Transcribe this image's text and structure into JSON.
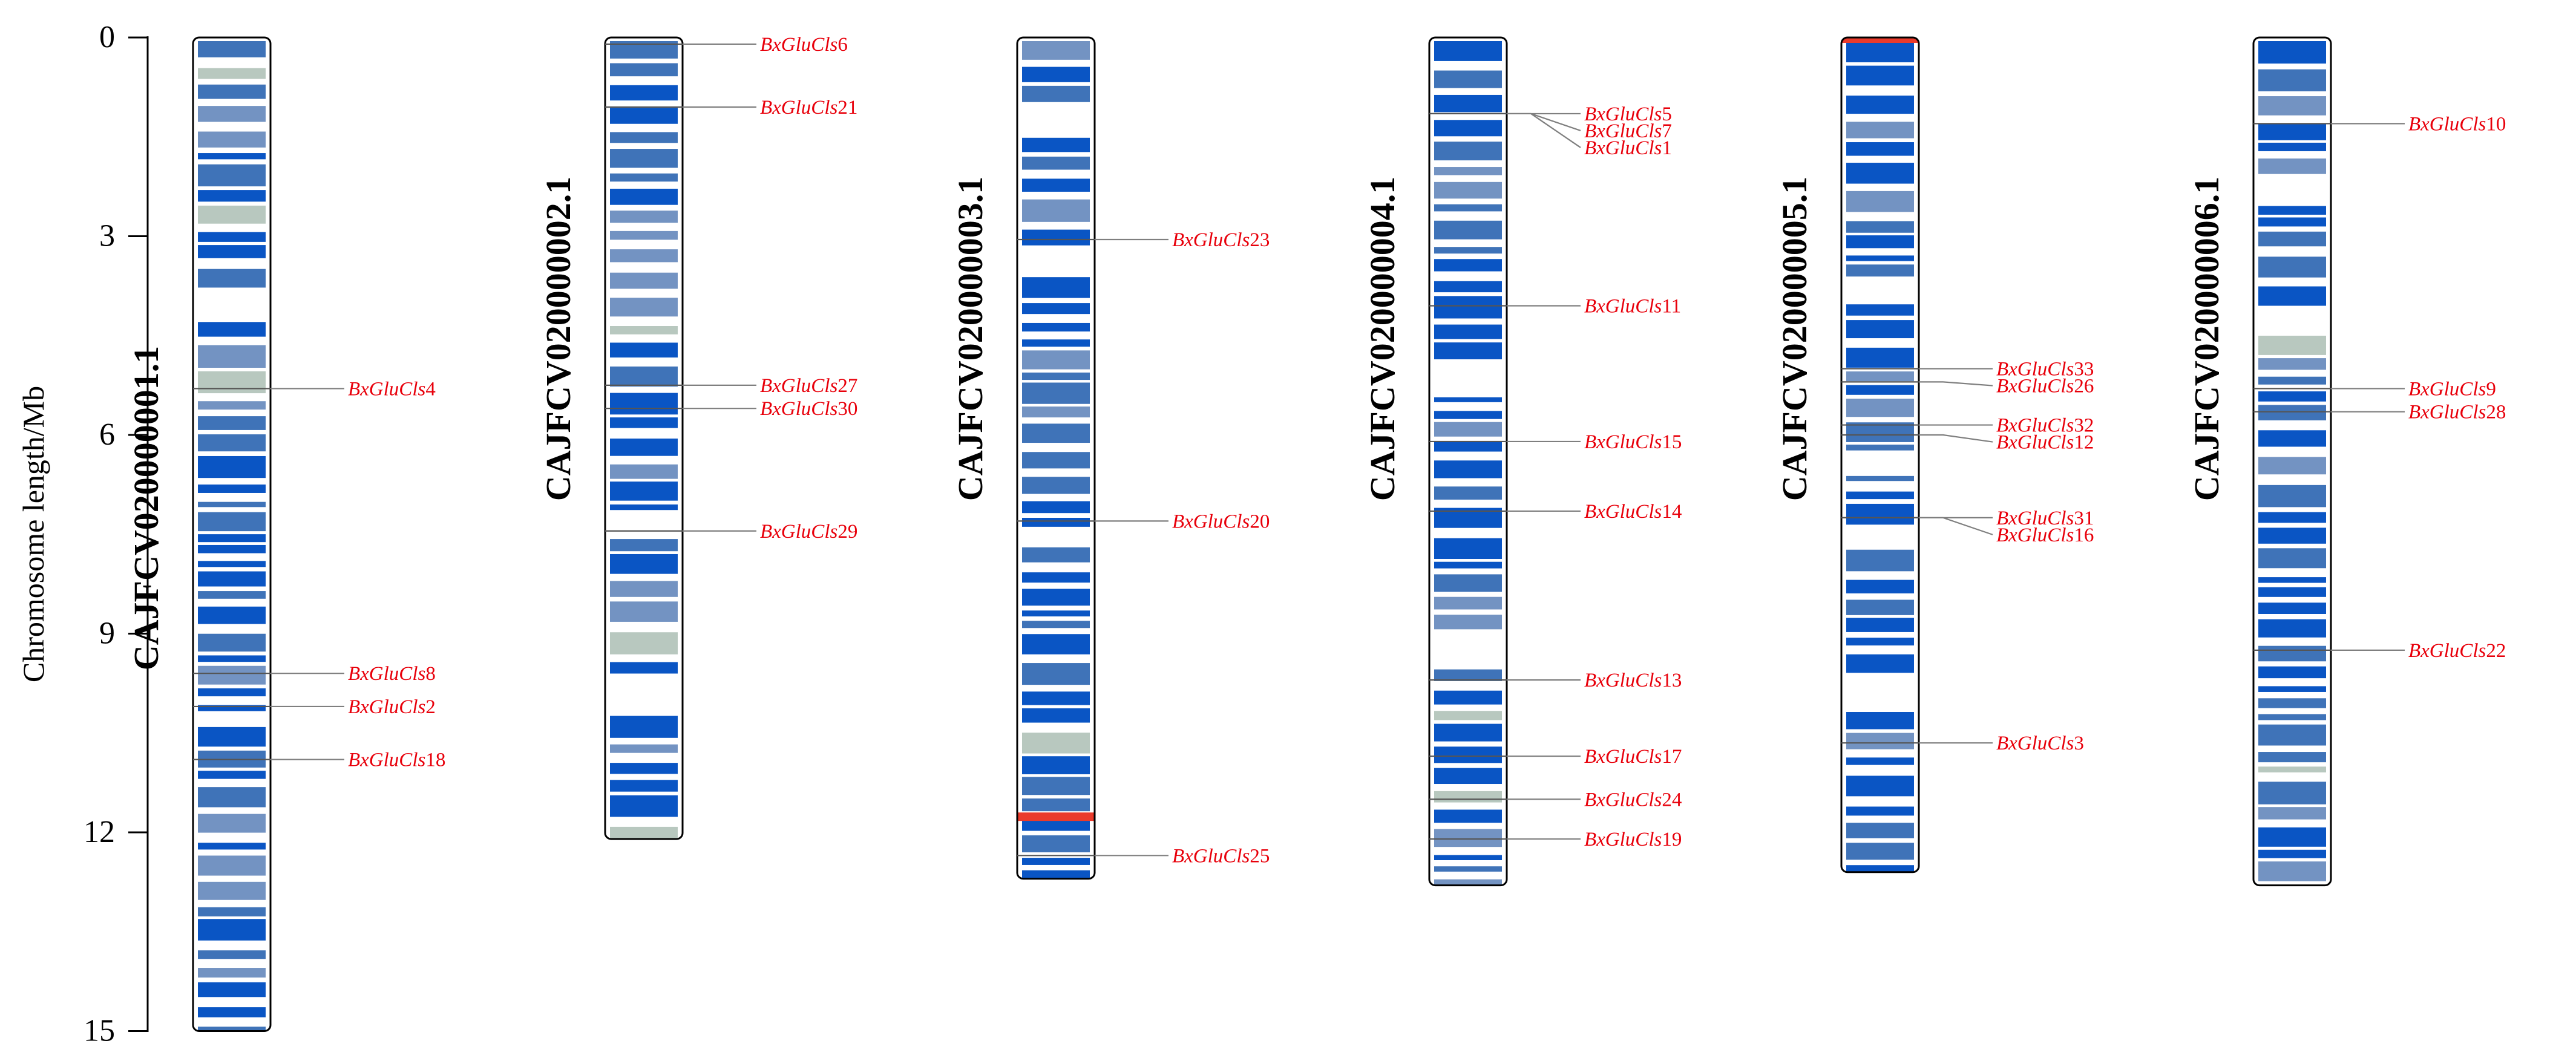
{
  "figure": {
    "y_axis_title": "Chromosome length/Mb",
    "y_ticks": [
      0,
      3,
      6,
      9,
      12,
      15
    ]
  },
  "colors": {
    "band_dark": "#0a55c4",
    "band_mid": "#3f73b8",
    "band_light": "#7393c2",
    "band_pale": "#b8c8bf",
    "band_red": "#ea3b2c",
    "gene_text": "#e8000b",
    "leader": "#7f7f7f"
  },
  "chrom_data": {
    "type": "chromosome_ideogram",
    "unit": "Mb",
    "range": [
      0,
      15
    ],
    "chromosomes": [
      {
        "name": "CAJFCV020000001.1",
        "length": 15.0,
        "genes": [
          {
            "prefix": "BxGluCls",
            "id": "4",
            "pos": 5.3
          },
          {
            "prefix": "BxGluCls",
            "id": "8",
            "pos": 9.6
          },
          {
            "prefix": "BxGluCls",
            "id": "2",
            "pos": 10.1
          },
          {
            "prefix": "BxGluCls",
            "id": "18",
            "pos": 10.9
          }
        ]
      },
      {
        "name": "CAJFCV020000002.1",
        "length": 12.1,
        "genes": [
          {
            "prefix": "BxGluCls",
            "id": "6",
            "pos": 0.1
          },
          {
            "prefix": "BxGluCls",
            "id": "21",
            "pos": 1.05
          },
          {
            "prefix": "BxGluCls",
            "id": "27",
            "pos": 5.25
          },
          {
            "prefix": "BxGluCls",
            "id": "30",
            "pos": 5.6
          },
          {
            "prefix": "BxGluCls",
            "id": "29",
            "pos": 7.45
          }
        ]
      },
      {
        "name": "CAJFCV020000003.1",
        "length": 12.7,
        "genes": [
          {
            "prefix": "BxGluCls",
            "id": "23",
            "pos": 3.05
          },
          {
            "prefix": "BxGluCls",
            "id": "20",
            "pos": 7.3
          },
          {
            "prefix": "BxGluCls",
            "id": "25",
            "pos": 12.35
          }
        ]
      },
      {
        "name": "CAJFCV020000004.1",
        "length": 12.8,
        "genes": [
          {
            "prefix": "BxGluCls",
            "id": "5",
            "pos": 1.15
          },
          {
            "prefix": "BxGluCls",
            "id": "7",
            "pos": 1.15
          },
          {
            "prefix": "BxGluCls",
            "id": "1",
            "pos": 1.15
          },
          {
            "prefix": "BxGluCls",
            "id": "11",
            "pos": 4.05
          },
          {
            "prefix": "BxGluCls",
            "id": "15",
            "pos": 6.1
          },
          {
            "prefix": "BxGluCls",
            "id": "14",
            "pos": 7.15
          },
          {
            "prefix": "BxGluCls",
            "id": "13",
            "pos": 9.7
          },
          {
            "prefix": "BxGluCls",
            "id": "17",
            "pos": 10.85
          },
          {
            "prefix": "BxGluCls",
            "id": "24",
            "pos": 11.5
          },
          {
            "prefix": "BxGluCls",
            "id": "19",
            "pos": 12.1
          }
        ]
      },
      {
        "name": "CAJFCV020000005.1",
        "length": 12.6,
        "genes": [
          {
            "prefix": "BxGluCls",
            "id": "33",
            "pos": 5.0
          },
          {
            "prefix": "BxGluCls",
            "id": "26",
            "pos": 5.2
          },
          {
            "prefix": "BxGluCls",
            "id": "32",
            "pos": 5.85
          },
          {
            "prefix": "BxGluCls",
            "id": "12",
            "pos": 6.0
          },
          {
            "prefix": "BxGluCls",
            "id": "31",
            "pos": 7.25
          },
          {
            "prefix": "BxGluCls",
            "id": "16",
            "pos": 7.25
          },
          {
            "prefix": "BxGluCls",
            "id": "3",
            "pos": 10.65
          }
        ]
      },
      {
        "name": "CAJFCV020000006.1",
        "length": 12.8,
        "genes": [
          {
            "prefix": "BxGluCls",
            "id": "10",
            "pos": 1.3
          },
          {
            "prefix": "BxGluCls",
            "id": "9",
            "pos": 5.3
          },
          {
            "prefix": "BxGluCls",
            "id": "28",
            "pos": 5.65
          },
          {
            "prefix": "BxGluCls",
            "id": "22",
            "pos": 9.25
          }
        ]
      }
    ]
  }
}
